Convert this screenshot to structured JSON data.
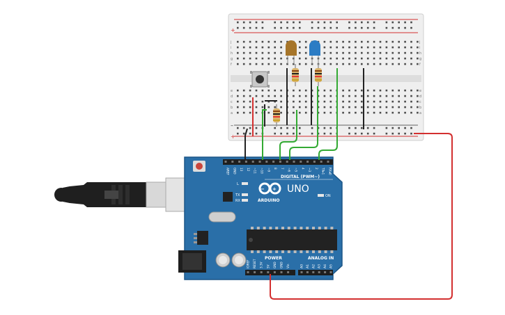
{
  "board": {
    "brand": "ARDUINO",
    "model": "UNO",
    "digital_label": "DIGITAL (PWM~)",
    "power_label": "POWER",
    "analog_label": "ANALOG IN",
    "on_label": "ON",
    "led_labels": [
      "L",
      "TX",
      "RX"
    ],
    "digital_pins": [
      "AREF",
      "GND",
      "13",
      "12",
      "~11",
      "~10",
      "~9",
      "8",
      "7",
      "~6",
      "~5",
      "4",
      "~3",
      "2",
      "TX▸1",
      "RX◂0"
    ],
    "power_pins": [
      "IOREF",
      "RESET",
      "3.3V",
      "5V",
      "GND",
      "GND",
      "Vin"
    ],
    "analog_pins": [
      "A0",
      "A1",
      "A2",
      "A3",
      "A4",
      "A5"
    ]
  },
  "breadboard": {
    "row_letters_top": [
      "j",
      "i",
      "h",
      "g",
      "f"
    ],
    "row_letters_bottom": [
      "e",
      "d",
      "c",
      "b",
      "a"
    ],
    "rail_plus": "+",
    "rail_minus": "–"
  },
  "colors": {
    "board": "#2a6fa8",
    "board_edge": "#1c5687",
    "breadboard": "#f1f1f1",
    "wire_green": "#33aa33",
    "wire_red": "#d32f2f",
    "wire_black": "#222222",
    "led_yellow": "#a6752a",
    "led_blue": "#2c7cc4"
  }
}
